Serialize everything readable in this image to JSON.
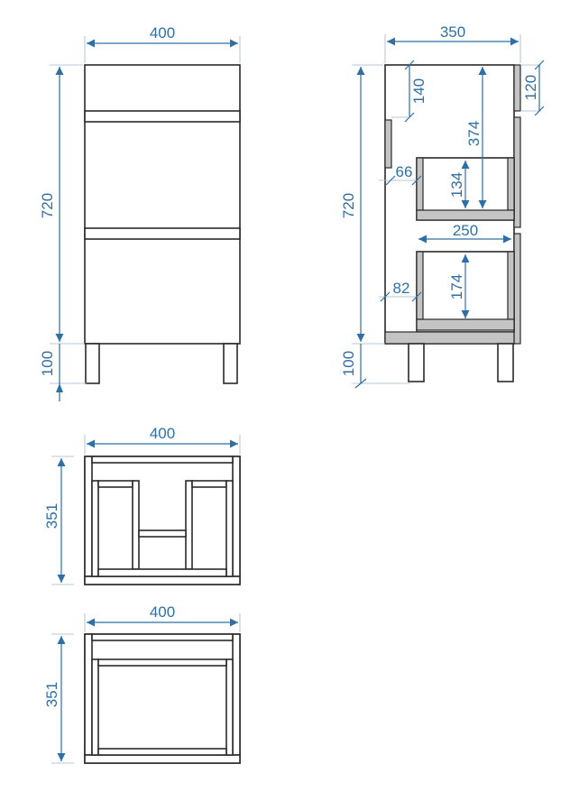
{
  "front_view": {
    "width": "400",
    "height": "720",
    "legs": "100"
  },
  "side_view": {
    "depth": "350",
    "height": "720",
    "legs": "100",
    "handle_offset": "140",
    "top_panel": "120",
    "upper_drawer_depth_from_top": "374",
    "upper_drawer_height": "134",
    "upper_drawer_offset": "66",
    "drawer_depth": "250",
    "lower_drawer_offset": "82",
    "lower_drawer_height": "174"
  },
  "plan_upper": {
    "width": "400",
    "depth": "351"
  },
  "plan_lower": {
    "width": "400",
    "depth": "351"
  },
  "colors": {
    "dimension": "#2f6fa5",
    "outline": "#2a2a2a",
    "panel": "#c4c4c4"
  }
}
